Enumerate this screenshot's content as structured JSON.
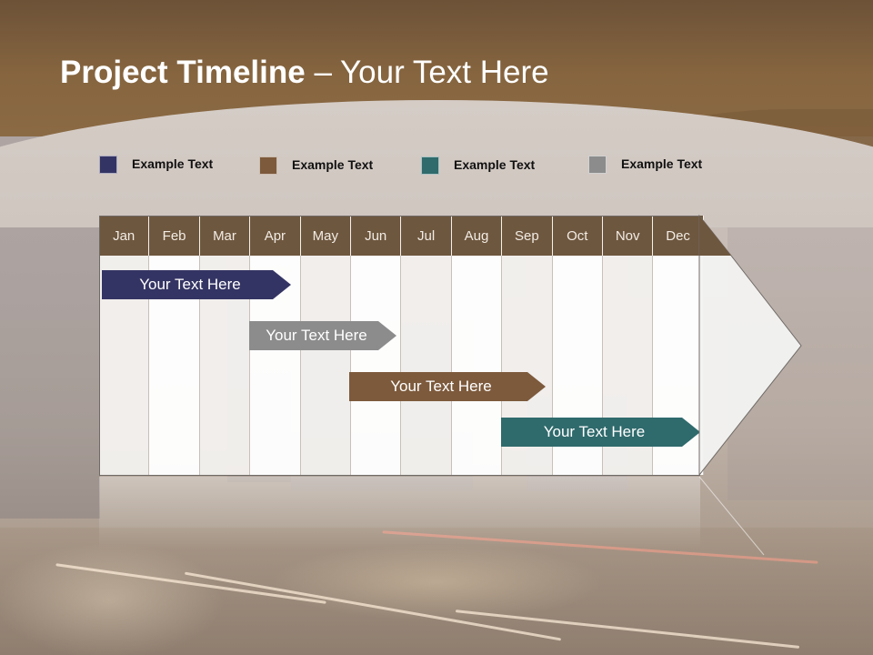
{
  "slide": {
    "title_bold": "Project Timeline",
    "title_rest": " – Your Text Here"
  },
  "legend": [
    {
      "label": "Example Text",
      "color": "#343464"
    },
    {
      "label": "Example Text",
      "color": "#7d5a3c"
    },
    {
      "label": "Example Text",
      "color": "#2f6a6c"
    },
    {
      "label": "Example Text",
      "color": "#8c8c8c"
    }
  ],
  "timeline": {
    "months": [
      "Jan",
      "Feb",
      "Mar",
      "Apr",
      "May",
      "Jun",
      "Jul",
      "Aug",
      "Sep",
      "Oct",
      "Nov",
      "Dec"
    ],
    "bars": [
      {
        "label": "Your  Text Here",
        "color": "#343464",
        "start_month": "Jan",
        "end_month": "Apr"
      },
      {
        "label": "Your  Text Here",
        "color": "#8c8c8c",
        "start_month": "Apr",
        "end_month": "Jun"
      },
      {
        "label": "Your  Text Here",
        "color": "#7d5a3c",
        "start_month": "Jun",
        "end_month": "Sep"
      },
      {
        "label": "Your  Text Here",
        "color": "#2f6a6c",
        "start_month": "Sep",
        "end_month": "Dec"
      }
    ]
  }
}
